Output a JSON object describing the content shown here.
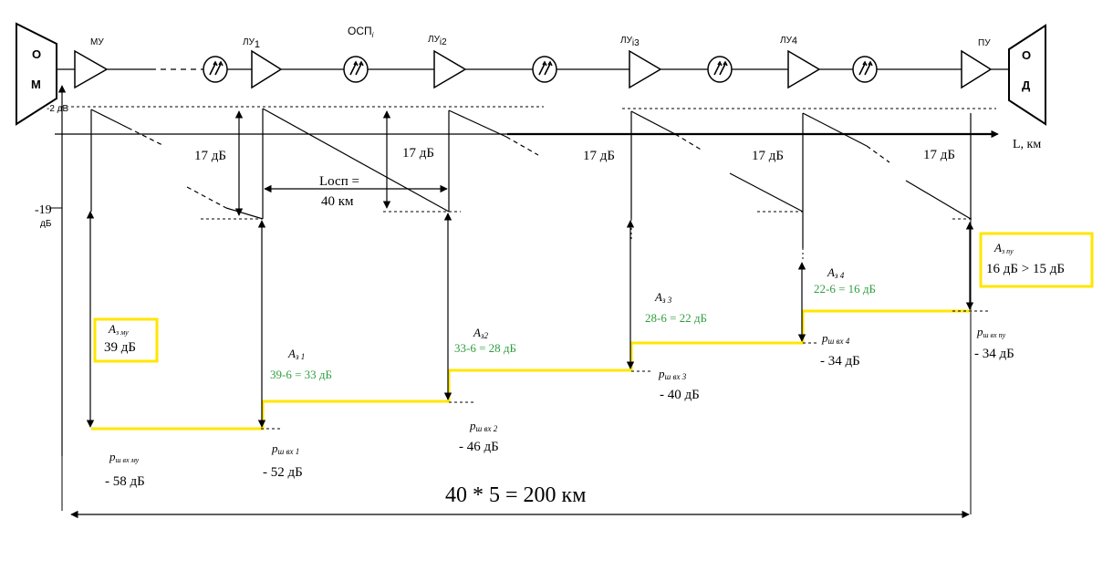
{
  "colors": {
    "accent_yellow": "#ffe600",
    "green_text": "#2e9e3e",
    "line": "#000000"
  },
  "chain": {
    "om_top": "О",
    "om_bottom": "М",
    "od_top": "О",
    "od_bottom": "Д",
    "mu": "МУ",
    "lu1": "ЛУ",
    "lu1_sub": "1",
    "lu2": "ЛУ",
    "lu2_sub": "i2",
    "lu3": "ЛУ",
    "lu3_sub": "i3",
    "lu4": "ЛУ",
    "lu4_sub": "4",
    "pu": "ПУ",
    "osp": "ОСП",
    "osp_sub": "i",
    "regen_icon": "double-arrow-regenerator-icon"
  },
  "axis": {
    "x_label": "L, км",
    "level_top": "-2 дБ",
    "level_mid_num": "-19",
    "level_mid_unit": "дБ"
  },
  "spans": {
    "drop": "17 дБ",
    "locsp_line1": "Lосп =",
    "locsp_line2": "40 км"
  },
  "amplifiers": [
    {
      "a_label": "А",
      "a_sub": "з му",
      "line1": "39 дБ",
      "line2": "",
      "p_label": "р",
      "p_sub": "ш вх му",
      "p_value": "- 58 дБ"
    },
    {
      "a_label": "А",
      "a_sub": "з 1",
      "line1": "39-6 = 33 дБ",
      "p_label": "р",
      "p_sub": "ш вх 1",
      "p_value": "- 52 дБ"
    },
    {
      "a_label": "А",
      "a_sub": "з2",
      "line1": "33-6 = 28 дБ",
      "p_label": "р",
      "p_sub": "ш вх 2",
      "p_value": "- 46 дБ"
    },
    {
      "a_label": "А",
      "a_sub": "з 3",
      "line1": "28-6 = 22 дБ",
      "p_label": "р",
      "p_sub": "ш вх 3",
      "p_value": "- 40 дБ"
    },
    {
      "a_label": "А",
      "a_sub": "з 4",
      "line1": "22-6 = 16 дБ",
      "p_label": "р",
      "p_sub": "ш вх 4",
      "p_value": "- 34 дБ"
    },
    {
      "a_label": "А",
      "a_sub": "з пу",
      "line1": "16 дБ > 15 дБ",
      "p_label": "р",
      "p_sub": "ш вх пу",
      "p_value": "- 34 дБ"
    }
  ],
  "total_length": "40 * 5 = 200 км"
}
